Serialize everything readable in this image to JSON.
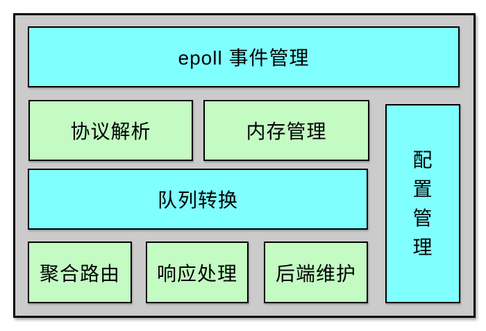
{
  "colors": {
    "page_bg": "#ffffff",
    "panel_bg": "#cbcbcb",
    "cyan": "#80ffff",
    "green": "#c3fbc3",
    "border": "#000000",
    "text": "#000000"
  },
  "diagram": {
    "title_block": {
      "label": "epoll 事件管理"
    },
    "row2_blocks": [
      {
        "label": "协议解析"
      },
      {
        "label": "内存管理"
      }
    ],
    "side_block": {
      "label": "配置管理",
      "chars": [
        "配",
        "置",
        "管",
        "理"
      ]
    },
    "row3_block": {
      "label": "队列转换"
    },
    "row4_blocks": [
      {
        "label": "聚合路由"
      },
      {
        "label": "响应处理"
      },
      {
        "label": "后端维护"
      }
    ]
  }
}
